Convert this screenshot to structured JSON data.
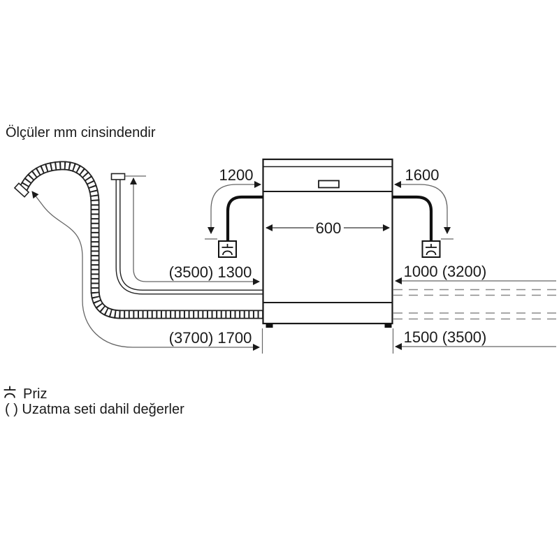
{
  "title": "Ölçüler mm cinsindendir",
  "diagram": {
    "appliance": "dishwasher-front-view",
    "dims": {
      "cord_left": "1200",
      "cord_right": "1600",
      "appliance_width": "600",
      "supply_hose": "(3500) 1300",
      "right_top": "1000 (3200)",
      "drain_hose": "(3700) 1700",
      "right_bottom": "1500 (3500)"
    }
  },
  "legend": {
    "socket_label": "Priz",
    "extension_note": "( ) Uzatma seti dahil değerler"
  },
  "colors": {
    "line": "#1a1a1a",
    "hose": "#222222",
    "dim_line": "#666666",
    "dash_line": "#8a8a8a",
    "text": "#1a1a1a"
  }
}
